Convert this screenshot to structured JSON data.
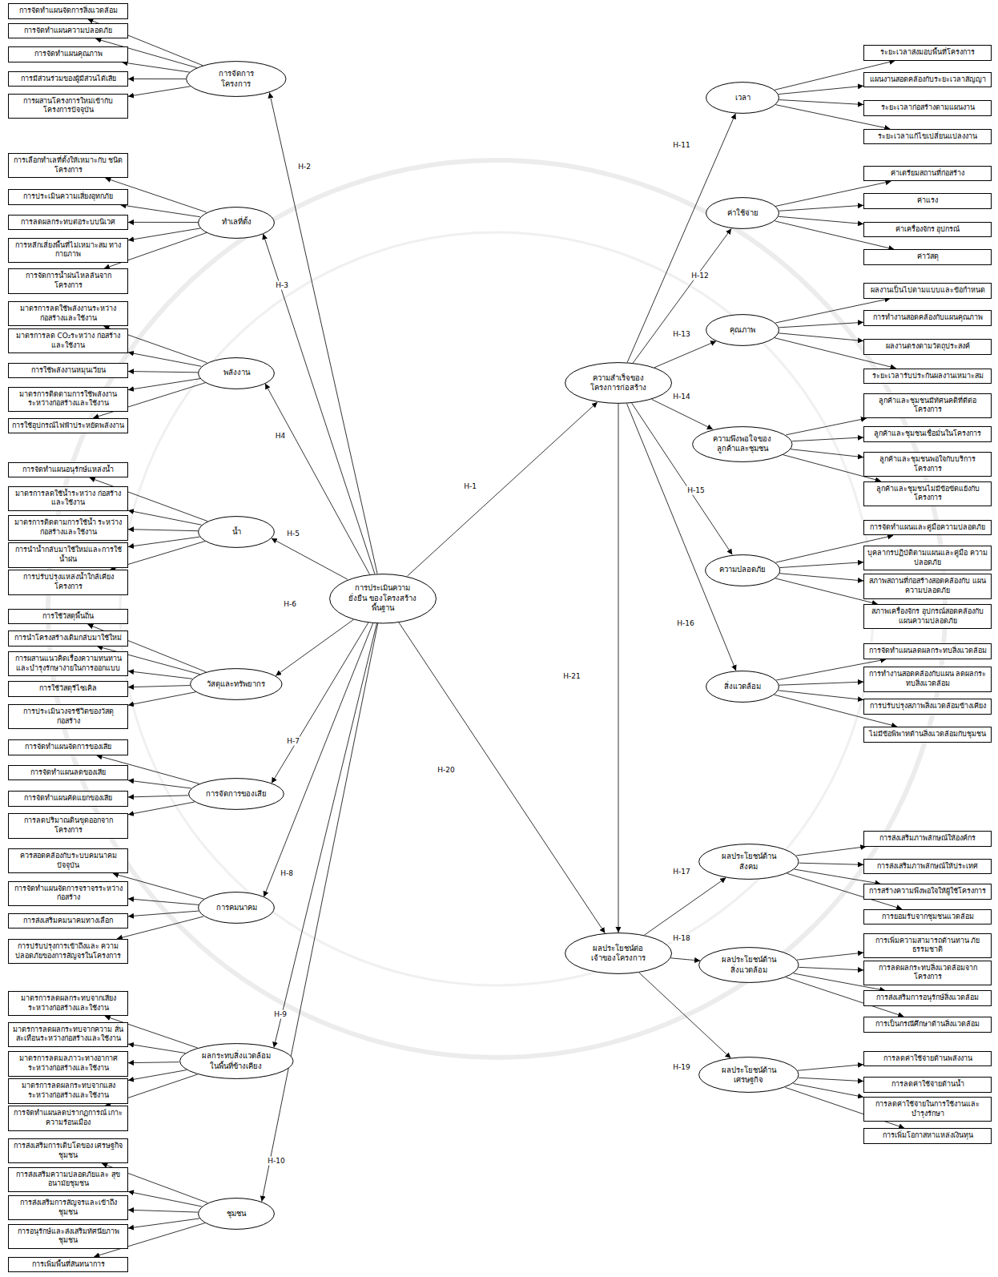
{
  "diagram": {
    "nodes": [
      {
        "text": [
          "การจัดการ โครงการ"
        ]
      },
      {
        "text": [
          "การจัดทำแผนจัดการสิ่งแวดล้อม"
        ]
      },
      {
        "text": [
          "การจัดทำแผนความปลอดภัย"
        ]
      },
      {
        "text": [
          "การจัดทำแผนคุณภาพ"
        ]
      },
      {
        "text": [
          "การมีส่วนร่วมของผู้มีส่วนได้เสีย"
        ]
      },
      {
        "text": [
          "การผสานโครงการใหม่เข้ากับ โครงการปัจจุบัน"
        ]
      },
      {
        "text": [
          "ทำเลที่ตั้ง"
        ]
      },
      {
        "text": [
          "การเลือกทำเลที่ตั้งให้เหมาะกับ ชนิดโครงการ"
        ]
      },
      {
        "text": [
          "การประเมินความเสี่ยงอุทกภัย"
        ]
      },
      {
        "text": [
          "การลดผลกระทบต่อระบบนิเวศ"
        ]
      },
      {
        "text": [
          "การหลีกเลี่ยงพื้นที่ไม่เหมาะสม ทางกายภาพ"
        ]
      },
      {
        "text": [
          "การจัดการน้ำฝนไหลล้นจากโครงการ"
        ]
      },
      {
        "text": [
          "พลังงาน"
        ]
      },
      {
        "text": [
          "มาตรการลดใช้พลังงานระหว่าง ก่อสร้างและใช้งาน"
        ]
      },
      {
        "text": [
          "มาตรการลด CO₂ระหว่าง ก่อสร้างและใช้งาน"
        ]
      },
      {
        "text": [
          "การใช้พลังงานหมุนเวียน"
        ]
      },
      {
        "text": [
          "มาตรการติดตามการใช้พลังงาน ระหว่างก่อสร้างและใช้งาน"
        ]
      },
      {
        "text": [
          "การใช้อุปกรณ์ไฟฟ้าประหยัดพลังงาน"
        ]
      },
      {
        "text": [
          "น้ำ"
        ]
      },
      {
        "text": [
          "การจัดทำแผนอนุรักษ์แหล่งน้ำ"
        ]
      },
      {
        "text": [
          "มาตรการลดใช้น้ำระหว่าง ก่อสร้างและใช้งาน"
        ]
      },
      {
        "text": [
          "มาตรการติดตามการใช้น้ำ ระหว่างก่อสร้างและใช้งาน"
        ]
      },
      {
        "text": [
          "การนำน้ำกลับมาใช้ใหม่และการใช้น้ำฝน"
        ]
      },
      {
        "text": [
          "การปรับปรุงแหล่งน้ำใกล้เคียงโครงการ"
        ]
      },
      {
        "text": [
          "วัสดุและทรัพยากร"
        ]
      },
      {
        "text": [
          "การใช้วัสดุพื้นถิ่น"
        ]
      },
      {
        "text": [
          "การนำโครงสร้างเดิมกลับมาใช้ใหม่"
        ]
      },
      {
        "text": [
          "การผสานแนวคิดเรื่องความทนทาน และบำรุงรักษาง่ายในการออกแบบ"
        ]
      },
      {
        "text": [
          "การใช้วัสดุรีไซเคิล"
        ]
      },
      {
        "text": [
          "การประเมินวงจรชีวิตของวัสดุก่อสร้าง"
        ]
      },
      {
        "text": [
          "การจัดการของเสีย"
        ]
      },
      {
        "text": [
          "การจัดทำแผนจัดการของเสีย"
        ]
      },
      {
        "text": [
          "การจัดทำแผนลดของเสีย"
        ]
      },
      {
        "text": [
          "การจัดทำแผนคัดแยกของเสีย"
        ]
      },
      {
        "text": [
          "การลดปริมาณดินขุดออกจากโครงการ"
        ]
      },
      {
        "text": [
          "การคมนาคม"
        ]
      },
      {
        "text": [
          "ควรสอดคล้องกับระบบคมนาคม ปัจจุบัน"
        ]
      },
      {
        "text": [
          "การจัดทำแผนจัดการจราจรระหว่างก่อสร้าง"
        ]
      },
      {
        "text": [
          "การส่งเสริมคมนาคมทางเลือก"
        ]
      },
      {
        "text": [
          "การปรับปรุงการเข้าถึงและ ความปลอดภัยของการสัญจรในโครงการ"
        ]
      },
      {
        "text": [
          "ผลกระทบสิ่งแวดล้อม ในพื้นที่ข้างเคียง"
        ]
      },
      {
        "text": [
          "มาตรการลดผลกระทบจากเสียง ระหว่างก่อสร้างและใช้งาน"
        ]
      },
      {
        "text": [
          "มาตรการลดผลกระทบจากความ สั่นสะเทือนระหว่างก่อสร้างและใช้งาน"
        ]
      },
      {
        "text": [
          "มาตรการลดมลภาวะทางอากาศ ระหว่างก่อสร้างและใช้งาน"
        ]
      },
      {
        "text": [
          "มาตรการลดผลกระทบจากแสง ระหว่างก่อสร้างและใช้งาน"
        ]
      },
      {
        "text": [
          "การจัดทำแผนลดปรากฏการณ์ เกาะความร้อนเมือง"
        ]
      },
      {
        "text": [
          "ชุมชน"
        ]
      },
      {
        "text": [
          "การส่งเสริมการเติบโตของ เศรษฐกิจชุมชน"
        ]
      },
      {
        "text": [
          "การส่งเสริมความปลอดภัยและ สุขอนามัยชุมชน"
        ]
      },
      {
        "text": [
          "การส่งเสริมการสัญจรและเข้าถึงชุมชน"
        ]
      },
      {
        "text": [
          "การอนุรักษ์และส่งเสริมทัศนียภาพชุมชน"
        ]
      },
      {
        "text": [
          "การเพิ่มพื้นที่สันทนาการ"
        ]
      },
      {
        "text": [
          "การประเมินความยั่งยืน ของโครงสร้าง พื้นฐาน"
        ]
      },
      {
        "text": [
          "ความสำเร็จของ โครงการก่อสร้าง"
        ]
      },
      {
        "text": [
          "เวลา"
        ]
      },
      {
        "text": [
          "ระยะเวลาส่งมอบพื้นที่โครงการ"
        ]
      },
      {
        "text": [
          "แผนงานสอดคล้องกับระยะเวลาสัญญา"
        ]
      },
      {
        "text": [
          "ระยะเวลาก่อสร้างตามแผนงาน"
        ]
      },
      {
        "text": [
          "ระยะเวลาแก้ไขเปลี่ยนแปลงงาน"
        ]
      },
      {
        "text": [
          "ค่าใช้จ่าย"
        ]
      },
      {
        "text": [
          "ค่าเตรียมสถานที่ก่อสร้าง"
        ]
      },
      {
        "text": [
          "ค่าแรง"
        ]
      },
      {
        "text": [
          "ค่าเครื่องจักร อุปกรณ์"
        ]
      },
      {
        "text": [
          "ค่าวัสดุ"
        ]
      },
      {
        "text": [
          "คุณภาพ"
        ]
      },
      {
        "text": [
          "ผลงานเป็นไปตามแบบและข้อกำหนด"
        ]
      },
      {
        "text": [
          "การทำงานสอดคล้องกับแผนคุณภาพ"
        ]
      },
      {
        "text": [
          "ผลงานตรงตามวัตถุประสงค์"
        ]
      },
      {
        "text": [
          "ระยะเวลารับประกันผลงานเหมาะสม"
        ]
      },
      {
        "text": [
          "ความพึงพอใจของ ลูกค้าและชุมชน"
        ]
      },
      {
        "text": [
          "ลูกค้าและชุมชนมีทัศนคติที่ดีต่อโครงการ"
        ]
      },
      {
        "text": [
          "ลูกค้าและชุมชนเชื่อมั่นในโครงการ"
        ]
      },
      {
        "text": [
          "ลูกค้าและชุมชนพอใจกับบริการโครงการ"
        ]
      },
      {
        "text": [
          "ลูกค้าและชุมชนไม่มีข้อขัดแย้งกับโครงการ"
        ]
      },
      {
        "text": [
          "ความปลอดภัย"
        ]
      },
      {
        "text": [
          "การจัดทำแผนและคู่มือความปลอดภัย"
        ]
      },
      {
        "text": [
          "บุคลากรปฏิบัติตามแผนและคู่มือ ความปลอดภัย"
        ]
      },
      {
        "text": [
          "สภาพสถานที่ก่อสร้างสอดคล้องกับ แผนความปลอดภัย"
        ]
      },
      {
        "text": [
          "สภาพเครื่องจักร อุปกรณ์สอดคล้องกับ แผนความปลอดภัย"
        ]
      },
      {
        "text": [
          "สิ่งแวดล้อม"
        ]
      },
      {
        "text": [
          "การจัดทำแผนลดผลกระทบสิ่งแวดล้อม"
        ]
      },
      {
        "text": [
          "การทำงานสอดคล้องกับแผน ลดผลกระทบสิ่งแวดล้อม"
        ]
      },
      {
        "text": [
          "การปรับปรุงสภาพสิ่งแวดล้อมข้างเคียง"
        ]
      },
      {
        "text": [
          "ไม่มีข้อพิพาทด้านสิ่งแวดล้อมกับชุมชน"
        ]
      },
      {
        "text": [
          "ผลประโยชน์ต่อ เจ้าของโครงการ"
        ]
      },
      {
        "text": [
          "ผลประโยชน์ด้าน สังคม"
        ]
      },
      {
        "text": [
          "การส่งเสริมภาพลักษณ์ให้องค์กร"
        ]
      },
      {
        "text": [
          "การส่งเสริมภาพลักษณ์ให้ประเทศ"
        ]
      },
      {
        "text": [
          "การสร้างความพึงพอใจให้ผู้ใช้โครงการ"
        ]
      },
      {
        "text": [
          "การยอมรับจากชุมชนแวดล้อม"
        ]
      },
      {
        "text": [
          "ผลประโยชน์ด้าน สิ่งแวดล้อม"
        ]
      },
      {
        "text": [
          "การเพิ่มความสามารถต้านทาน ภัยธรรมชาติ"
        ]
      },
      {
        "text": [
          "การลดผลกระทบสิ่งแวดล้อมจากโครงการ"
        ]
      },
      {
        "text": [
          "การส่งเสริมการอนุรักษ์สิ่งแวดล้อม"
        ]
      },
      {
        "text": [
          "การเป็นกรณีศึกษาด้านสิ่งแวดล้อม"
        ]
      },
      {
        "text": [
          "ผลประโยชน์ด้าน เศรษฐกิจ"
        ]
      },
      {
        "text": [
          "การลดค่าใช้จ่ายด้านพลังงาน"
        ]
      },
      {
        "text": [
          "การลดค่าใช้จ่ายด้านน้ำ"
        ]
      },
      {
        "text": [
          "การลดค่าใช้จ่ายในการใช้งานและ บำรุงรักษา"
        ]
      },
      {
        "text": [
          "การเพิ่มโอกาสหาแหล่งเงินทุน"
        ]
      }
    ],
    "edges": [
      {
        "from": 52,
        "to": 0,
        "label": "H-2",
        "arrow": "to"
      },
      {
        "from": 52,
        "to": 6,
        "label": "H-3",
        "arrow": "to"
      },
      {
        "from": 52,
        "to": 12,
        "label": "H4",
        "arrow": "to"
      },
      {
        "from": 52,
        "to": 18,
        "label": "H-5",
        "arrow": "to"
      },
      {
        "from": 52,
        "to": 24,
        "label": "H-6",
        "arrow": "to"
      },
      {
        "from": 52,
        "to": 30,
        "label": "H-7",
        "arrow": "to"
      },
      {
        "from": 52,
        "to": 35,
        "label": "H-8",
        "arrow": "to"
      },
      {
        "from": 52,
        "to": 40,
        "label": "H-9",
        "arrow": "to"
      },
      {
        "from": 52,
        "to": 46,
        "label": "H-10",
        "arrow": "to"
      },
      {
        "from": 0,
        "to": 1,
        "arrow": "to"
      },
      {
        "from": 0,
        "to": 2,
        "arrow": "to"
      },
      {
        "from": 0,
        "to": 3,
        "arrow": "to"
      },
      {
        "from": 0,
        "to": 4,
        "arrow": "to"
      },
      {
        "from": 0,
        "to": 5,
        "arrow": "to"
      },
      {
        "from": 6,
        "to": 7,
        "arrow": "to"
      },
      {
        "from": 6,
        "to": 8,
        "arrow": "to"
      },
      {
        "from": 6,
        "to": 9,
        "arrow": "to"
      },
      {
        "from": 6,
        "to": 10,
        "arrow": "to"
      },
      {
        "from": 6,
        "to": 11,
        "arrow": "to"
      },
      {
        "from": 12,
        "to": 13,
        "arrow": "to"
      },
      {
        "from": 12,
        "to": 14,
        "arrow": "to"
      },
      {
        "from": 12,
        "to": 15,
        "arrow": "to"
      },
      {
        "from": 12,
        "to": 16,
        "arrow": "to"
      },
      {
        "from": 12,
        "to": 17,
        "arrow": "to"
      },
      {
        "from": 18,
        "to": 19,
        "arrow": "to"
      },
      {
        "from": 18,
        "to": 20,
        "arrow": "to"
      },
      {
        "from": 18,
        "to": 21,
        "arrow": "to"
      },
      {
        "from": 18,
        "to": 22,
        "arrow": "to"
      },
      {
        "from": 18,
        "to": 23,
        "arrow": "to"
      },
      {
        "from": 24,
        "to": 25,
        "arrow": "to"
      },
      {
        "from": 24,
        "to": 26,
        "arrow": "to"
      },
      {
        "from": 24,
        "to": 27,
        "arrow": "to"
      },
      {
        "from": 24,
        "to": 28,
        "arrow": "to"
      },
      {
        "from": 24,
        "to": 29,
        "arrow": "to"
      },
      {
        "from": 30,
        "to": 31,
        "arrow": "to"
      },
      {
        "from": 30,
        "to": 32,
        "arrow": "to"
      },
      {
        "from": 30,
        "to": 33,
        "arrow": "to"
      },
      {
        "from": 30,
        "to": 34,
        "arrow": "to"
      },
      {
        "from": 35,
        "to": 36,
        "arrow": "to"
      },
      {
        "from": 35,
        "to": 37,
        "arrow": "to"
      },
      {
        "from": 35,
        "to": 38,
        "arrow": "to"
      },
      {
        "from": 35,
        "to": 39,
        "arrow": "to"
      },
      {
        "from": 40,
        "to": 41,
        "arrow": "to"
      },
      {
        "from": 40,
        "to": 42,
        "arrow": "to"
      },
      {
        "from": 40,
        "to": 43,
        "arrow": "to"
      },
      {
        "from": 40,
        "to": 44,
        "arrow": "to"
      },
      {
        "from": 40,
        "to": 45,
        "arrow": "to"
      },
      {
        "from": 46,
        "to": 47,
        "arrow": "to"
      },
      {
        "from": 46,
        "to": 48,
        "arrow": "to"
      },
      {
        "from": 46,
        "to": 49,
        "arrow": "to"
      },
      {
        "from": 46,
        "to": 50,
        "arrow": "to"
      },
      {
        "from": 46,
        "to": 51,
        "arrow": "to"
      },
      {
        "from": 52,
        "to": 53,
        "label": "H-1",
        "arrow": "to"
      },
      {
        "from": 53,
        "to": 54,
        "label": "H-11",
        "arrow": "to"
      },
      {
        "from": 53,
        "to": 59,
        "label": "H-12",
        "arrow": "to"
      },
      {
        "from": 53,
        "to": 64,
        "label": "H-13",
        "arrow": "to"
      },
      {
        "from": 53,
        "to": 69,
        "label": "H-14",
        "arrow": "to"
      },
      {
        "from": 53,
        "to": 74,
        "label": "H-15",
        "arrow": "to"
      },
      {
        "from": 53,
        "to": 79,
        "label": "H-16",
        "arrow": "to"
      },
      {
        "from": 54,
        "to": 55,
        "arrow": "to"
      },
      {
        "from": 54,
        "to": 56,
        "arrow": "to"
      },
      {
        "from": 54,
        "to": 57,
        "arrow": "to"
      },
      {
        "from": 54,
        "to": 58,
        "arrow": "to"
      },
      {
        "from": 59,
        "to": 60,
        "arrow": "to"
      },
      {
        "from": 59,
        "to": 61,
        "arrow": "to"
      },
      {
        "from": 59,
        "to": 62,
        "arrow": "to"
      },
      {
        "from": 59,
        "to": 63,
        "arrow": "to"
      },
      {
        "from": 64,
        "to": 65,
        "arrow": "to"
      },
      {
        "from": 64,
        "to": 66,
        "arrow": "to"
      },
      {
        "from": 64,
        "to": 67,
        "arrow": "to"
      },
      {
        "from": 64,
        "to": 68,
        "arrow": "to"
      },
      {
        "from": 69,
        "to": 70,
        "arrow": "to"
      },
      {
        "from": 69,
        "to": 71,
        "arrow": "to"
      },
      {
        "from": 69,
        "to": 72,
        "arrow": "to"
      },
      {
        "from": 69,
        "to": 73,
        "arrow": "to"
      },
      {
        "from": 74,
        "to": 75,
        "arrow": "to"
      },
      {
        "from": 74,
        "to": 76,
        "arrow": "to"
      },
      {
        "from": 74,
        "to": 77,
        "arrow": "to"
      },
      {
        "from": 74,
        "to": 78,
        "arrow": "to"
      },
      {
        "from": 79,
        "to": 80,
        "arrow": "to"
      },
      {
        "from": 79,
        "to": 81,
        "arrow": "to"
      },
      {
        "from": 79,
        "to": 82,
        "arrow": "to"
      },
      {
        "from": 79,
        "to": 83,
        "arrow": "to"
      },
      {
        "from": 52,
        "to": 84,
        "label": "H-20",
        "arrow": "to"
      },
      {
        "from": 53,
        "to": 84,
        "label": "H-21",
        "arrow": "to"
      },
      {
        "from": 84,
        "to": 85,
        "label": "H-17",
        "arrow": "to"
      },
      {
        "from": 84,
        "to": 90,
        "label": "H-18",
        "arrow": "to"
      },
      {
        "from": 84,
        "to": 95,
        "label": "H-19",
        "arrow": "to"
      },
      {
        "from": 85,
        "to": 86,
        "arrow": "to"
      },
      {
        "from": 85,
        "to": 87,
        "arrow": "to"
      },
      {
        "from": 85,
        "to": 88,
        "arrow": "to"
      },
      {
        "from": 85,
        "to": 89,
        "arrow": "to"
      },
      {
        "from": 90,
        "to": 91,
        "arrow": "to"
      },
      {
        "from": 90,
        "to": 92,
        "arrow": "to"
      },
      {
        "from": 90,
        "to": 93,
        "arrow": "to"
      },
      {
        "from": 90,
        "to": 94,
        "arrow": "to"
      },
      {
        "from": 95,
        "to": 96,
        "arrow": "to"
      },
      {
        "from": 95,
        "to": 97,
        "arrow": "to"
      },
      {
        "from": 95,
        "to": 98,
        "arrow": "to"
      },
      {
        "from": 95,
        "to": 99,
        "arrow": "to"
      }
    ]
  }
}
